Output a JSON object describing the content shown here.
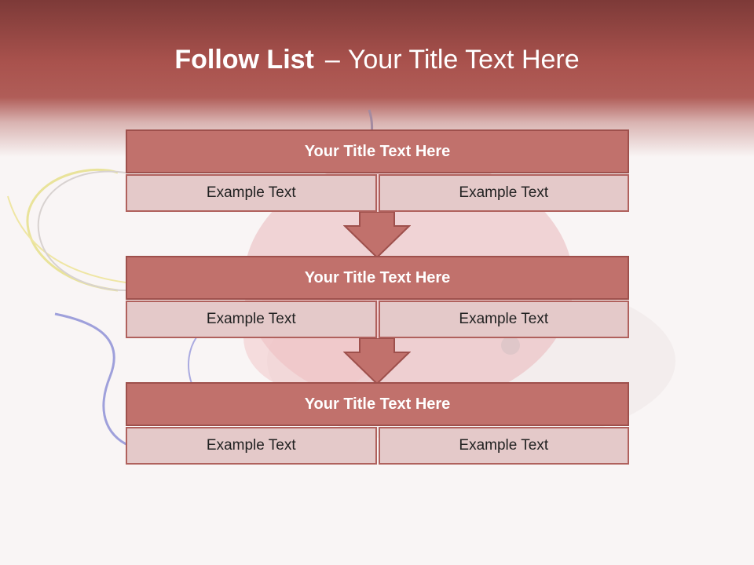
{
  "title": {
    "main": "Follow List",
    "dash": "–",
    "rest": "Your Title Text Here"
  },
  "blocks": [
    {
      "heading": "Your Title Text Here",
      "cells": [
        "Example Text",
        "Example Text"
      ]
    },
    {
      "heading": "Your Title Text Here",
      "cells": [
        "Example Text",
        "Example Text"
      ]
    },
    {
      "heading": "Your Title Text Here",
      "cells": [
        "Example Text",
        "Example Text"
      ]
    }
  ],
  "colors": {
    "header_band": "#a9524d",
    "block_heading": "#c1716c",
    "block_cell": "#e4c9c9",
    "arrow": "#c1716c"
  }
}
